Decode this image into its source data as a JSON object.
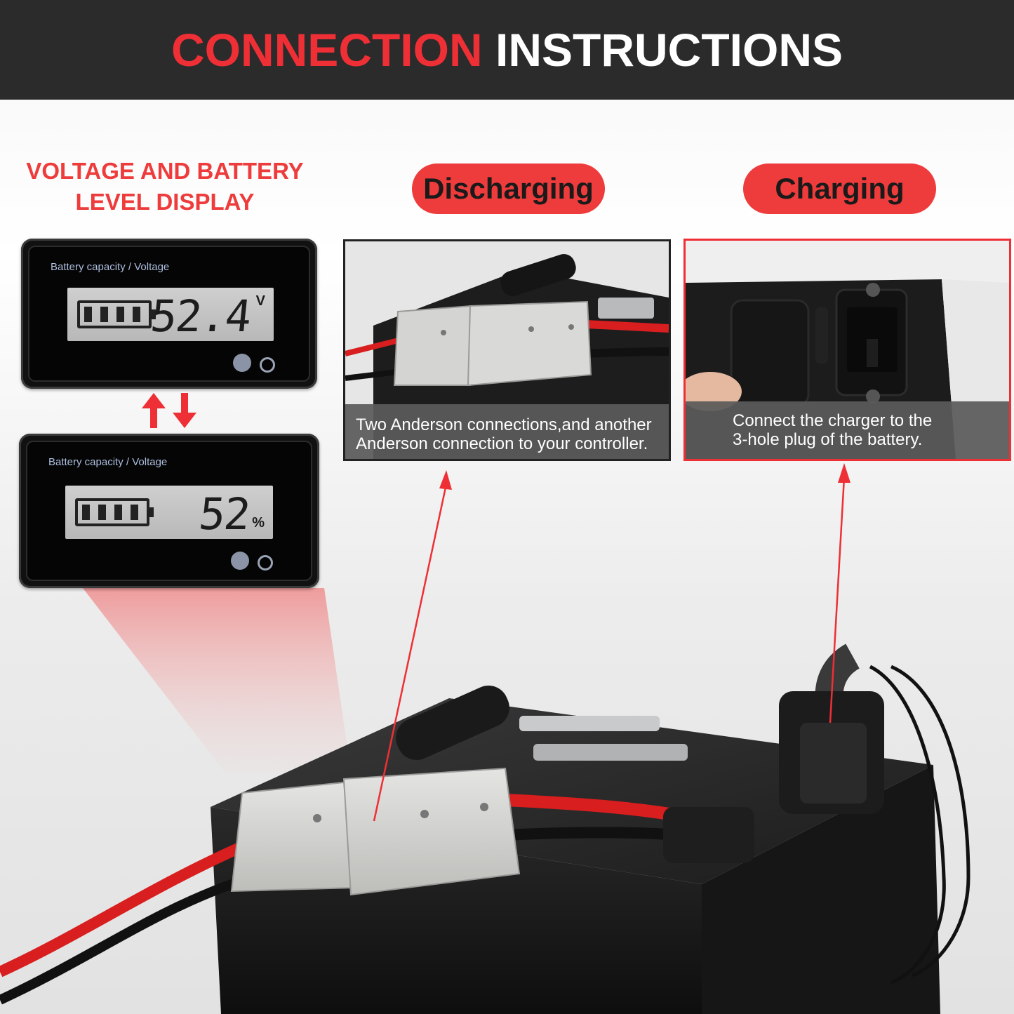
{
  "header": {
    "title_red": "CONNECTION",
    "title_white": "INSTRUCTIONS"
  },
  "display_section": {
    "title_line1": "VOLTAGE AND BATTERY",
    "title_line2": "LEVEL DISPLAY",
    "lcd_top": {
      "label": "Battery capacity / Voltage",
      "reading": "52.4",
      "unit": "V",
      "battery_bars": 4
    },
    "lcd_bottom": {
      "label": "Battery capacity / Voltage",
      "reading": "52",
      "unit": "%",
      "battery_bars": 4
    }
  },
  "discharging": {
    "label": "Discharging",
    "caption_line1": "Two Anderson connections,and another",
    "caption_line2": "Anderson connection to your controller."
  },
  "charging": {
    "label": "Charging",
    "caption_line1": "Connect the charger to the",
    "caption_line2": "3-hole plug of the battery."
  },
  "colors": {
    "accent_red": "#ee2f35",
    "header_bg": "#2b2b2b",
    "caption_bg": "#5a5a5a"
  }
}
